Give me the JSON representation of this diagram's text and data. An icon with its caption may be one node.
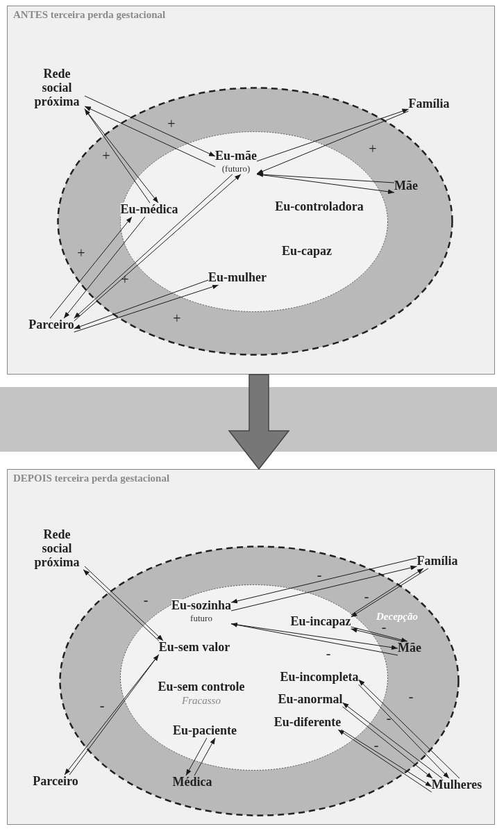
{
  "diagram": {
    "nodes": [
      {
        "text": [
          "ANTES terceira perda gestacional"
        ]
      },
      {
        "text": [],
        "shape": "ellipse",
        "in": 0
      },
      {
        "text": [],
        "shape": "ellipse",
        "in": 1
      },
      {
        "text": [
          "Rede social próxima"
        ],
        "in": 0
      },
      {
        "text": [
          "Família"
        ],
        "in": 0
      },
      {
        "text": [
          "Eu-mãe",
          "(futuro)"
        ],
        "in": 2
      },
      {
        "text": [
          "Mãe"
        ],
        "in": 1
      },
      {
        "text": [
          "Eu-médica"
        ],
        "in": 2
      },
      {
        "text": [
          "Eu-controladora"
        ],
        "in": 2
      },
      {
        "text": [
          "Eu-capaz"
        ],
        "in": 2
      },
      {
        "text": [
          "Eu-mulher"
        ],
        "in": 2
      },
      {
        "text": [
          "Parceiro"
        ],
        "in": 0
      },
      {
        "text": [
          "DEPOIS terceira perda gestacional"
        ]
      },
      {
        "text": [],
        "shape": "ellipse",
        "in": 12
      },
      {
        "text": [],
        "shape": "ellipse",
        "in": 13
      },
      {
        "text": [
          "Rede social próxima"
        ],
        "in": 12
      },
      {
        "text": [
          "Família"
        ],
        "in": 12
      },
      {
        "text": [
          "Eu-sozinha",
          "futuro"
        ],
        "in": 14
      },
      {
        "text": [
          "Eu-incapaz"
        ],
        "in": 14
      },
      {
        "text": [
          "Mãe"
        ],
        "in": 13
      },
      {
        "text": [
          "Eu-sem valor"
        ],
        "in": 14
      },
      {
        "text": [
          "Eu-sem controle",
          "Fracasso"
        ],
        "in": 14
      },
      {
        "text": [
          "Eu-incompleta"
        ],
        "in": 14
      },
      {
        "text": [
          "Eu-anormal"
        ],
        "in": 14
      },
      {
        "text": [
          "Eu-diferente"
        ],
        "in": 14
      },
      {
        "text": [
          "Eu-paciente"
        ],
        "in": 14
      },
      {
        "text": [
          "Parceiro"
        ],
        "in": 12
      },
      {
        "text": [
          "Médica"
        ],
        "in": 13
      },
      {
        "text": [
          "Mulheres"
        ],
        "in": 12
      }
    ],
    "edges": [
      {
        "from": 3,
        "to": 5,
        "arrow": "to"
      },
      {
        "from": 5,
        "to": 3,
        "arrow": "to"
      },
      {
        "from": 3,
        "to": 7,
        "arrow": "to"
      },
      {
        "from": 7,
        "to": 3,
        "arrow": "to"
      },
      {
        "from": 5,
        "to": 4,
        "arrow": "to"
      },
      {
        "from": 4,
        "to": 5,
        "arrow": "to"
      },
      {
        "from": 6,
        "to": 5,
        "arrow": "to"
      },
      {
        "from": 5,
        "to": 6,
        "arrow": "to"
      },
      {
        "from": 11,
        "to": 7,
        "arrow": "to"
      },
      {
        "from": 7,
        "to": 11,
        "arrow": "to"
      },
      {
        "from": 5,
        "to": 11,
        "arrow": "to"
      },
      {
        "from": 11,
        "to": 5,
        "arrow": "to"
      },
      {
        "from": 10,
        "to": 11,
        "arrow": "to"
      },
      {
        "from": 11,
        "to": 10,
        "arrow": "to"
      },
      {
        "from": 0,
        "to": 12,
        "arrow": "to",
        "style": "thick",
        "color": "#777777"
      },
      {
        "from": 15,
        "to": 20,
        "arrow": "to"
      },
      {
        "from": 20,
        "to": 15,
        "arrow": "to"
      },
      {
        "from": 16,
        "to": 17,
        "arrow": "to"
      },
      {
        "from": 17,
        "to": 16,
        "arrow": "to"
      },
      {
        "from": 18,
        "to": 16,
        "arrow": "to"
      },
      {
        "from": 16,
        "to": 18,
        "arrow": "to"
      },
      {
        "from": 18,
        "to": 19,
        "arrow": "to"
      },
      {
        "from": 19,
        "to": 18,
        "arrow": "to"
      },
      {
        "from": 17,
        "to": 19,
        "arrow": "to"
      },
      {
        "from": 19,
        "to": 17,
        "arrow": "to"
      },
      {
        "from": 20,
        "to": 26,
        "arrow": "to"
      },
      {
        "from": 26,
        "to": 20,
        "arrow": "to"
      },
      {
        "from": 25,
        "to": 27,
        "arrow": "to"
      },
      {
        "from": 27,
        "to": 25,
        "arrow": "to"
      },
      {
        "from": 28,
        "to": 22,
        "arrow": "to"
      },
      {
        "from": 22,
        "to": 28,
        "arrow": "to"
      },
      {
        "from": 28,
        "to": 23,
        "arrow": "to"
      },
      {
        "from": 23,
        "to": 28,
        "arrow": "to"
      },
      {
        "from": 28,
        "to": 24,
        "arrow": "to"
      },
      {
        "from": 24,
        "to": 28,
        "arrow": "to"
      }
    ],
    "labels": [
      "+",
      "+",
      "+",
      "+",
      "+",
      "+",
      "-",
      "-",
      "-",
      "Decepção",
      "-",
      "-",
      "-",
      "-",
      "-",
      "-"
    ]
  }
}
